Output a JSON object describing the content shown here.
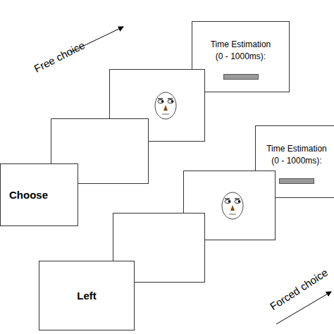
{
  "diagram": {
    "nodes": [
      {
        "text": [
          "Choose"
        ]
      },
      {
        "text": [
          "Time Estimation (0 - 1000ms):"
        ]
      },
      {
        "text": [
          "Left"
        ]
      },
      {
        "text": [
          "Time Estimation (0 - 1000ms):"
        ]
      }
    ],
    "labels": [
      "Free choice",
      "Forced choice"
    ]
  }
}
